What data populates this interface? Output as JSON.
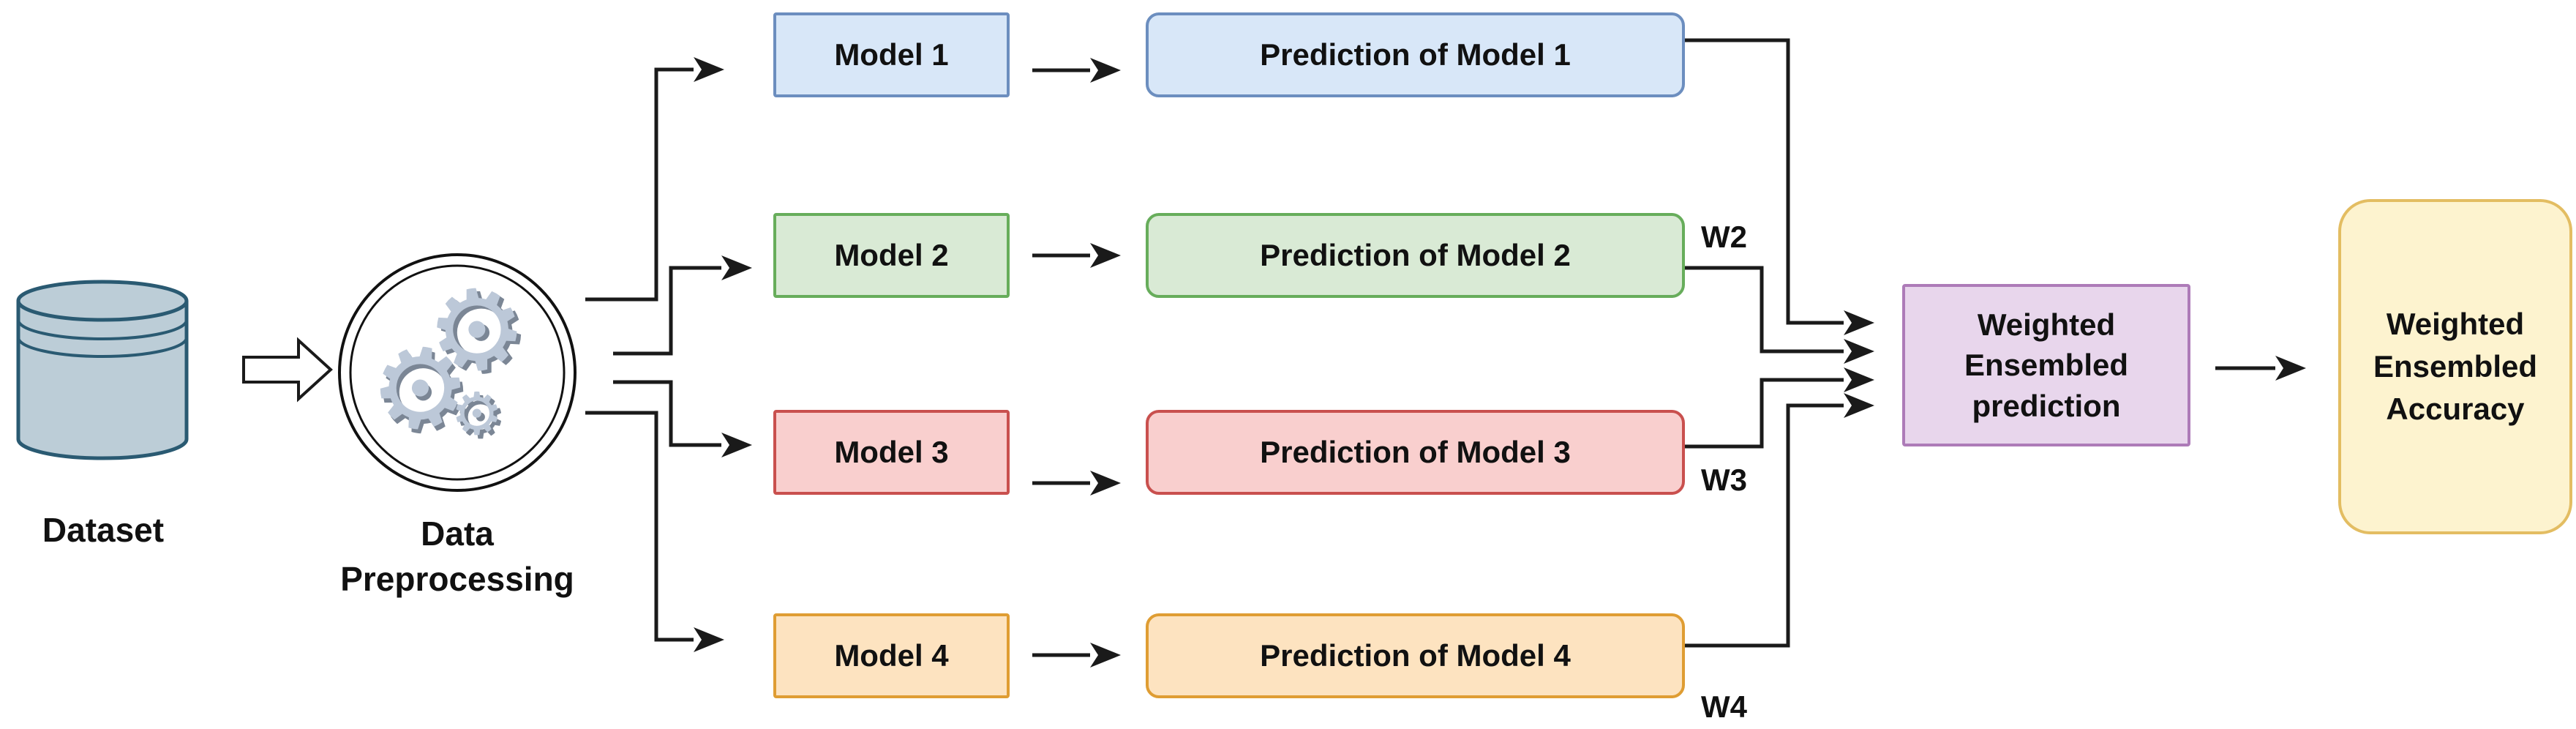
{
  "canvas": {
    "background": "#ffffff",
    "line_color": "#1a1a1a",
    "text_color": "#111111"
  },
  "pipeline": {
    "dataset": {
      "label": "Dataset",
      "icon": "database-cylinder-icon",
      "fill": "#bccdd7",
      "stroke": "#2a5a72"
    },
    "preprocessing": {
      "label": "Data\nPreprocessing",
      "icon": "gears-icon",
      "gear_glyph": "⚙",
      "gear_color": "#bcc8d8",
      "gear_shadow": "#7b8695",
      "circle_stroke": "#111111"
    },
    "models": [
      {
        "label": "Model 1",
        "fill": "#d8e7f8",
        "border": "#6c8ebf"
      },
      {
        "label": "Model 2",
        "fill": "#d9ead5",
        "border": "#67ad5b"
      },
      {
        "label": "Model 3",
        "fill": "#f9cfce",
        "border": "#c9504e"
      },
      {
        "label": "Model 4",
        "fill": "#fde3c0",
        "border": "#df9d33"
      }
    ],
    "predictions": [
      {
        "label": "Prediction of Model 1",
        "fill": "#d8e7f8",
        "border": "#6c8ebf"
      },
      {
        "label": "Prediction of Model 2",
        "fill": "#d9ead5",
        "border": "#67ad5b"
      },
      {
        "label": "Prediction of Model 3",
        "fill": "#f9cfce",
        "border": "#c9504e"
      },
      {
        "label": "Prediction of Model 4",
        "fill": "#fde3c0",
        "border": "#df9d33"
      }
    ],
    "weight_labels": [
      {
        "label": "W2"
      },
      {
        "label": "W3"
      },
      {
        "label": "W4"
      }
    ],
    "ensemble_prediction": {
      "label": "Weighted\nEnsembled\nprediction",
      "fill": "#e8d6ec",
      "border": "#ad7bb8"
    },
    "ensemble_accuracy": {
      "label": "Weighted\nEnsembled\nAccuracy",
      "fill": "#fdf3cf",
      "border": "#e3bd62"
    }
  }
}
